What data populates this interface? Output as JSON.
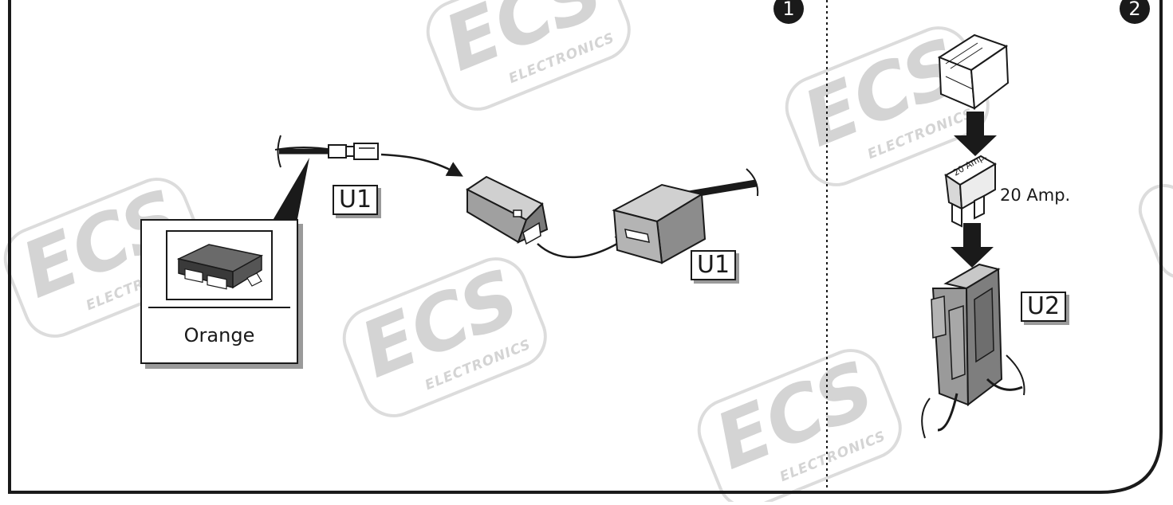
{
  "panel1": {
    "step_number": "1",
    "connector_label_a": "U1",
    "connector_label_b": "U1",
    "module_caption": "Orange"
  },
  "panel2": {
    "step_number": "2",
    "fuse_label": "20 Amp.",
    "fuse_marking": "20 Amp.",
    "holder_label": "U2"
  },
  "watermark": {
    "logo": "ECS",
    "tagline": "ELECTRONICS"
  },
  "colors": {
    "line": "#1a1a1a",
    "part_fill": "#8c8c8c",
    "watermark": "#d4d4d4",
    "shadow": "#9a9a9a"
  }
}
